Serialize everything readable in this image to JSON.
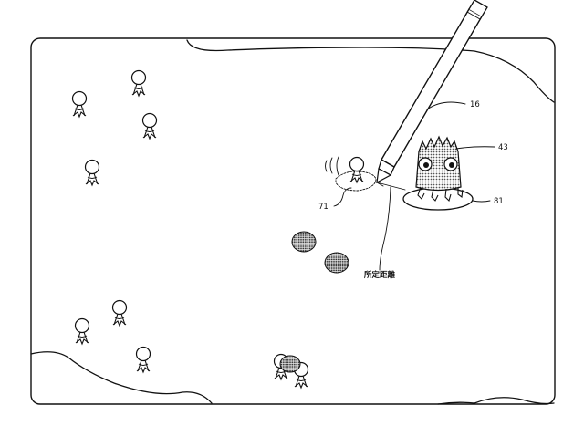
{
  "labels": {
    "stylus": "16",
    "monster": "43",
    "player_area": "71",
    "monster_area": "81",
    "distance": "所定距離"
  },
  "colors": {
    "ink": "#111111",
    "background": "#ffffff",
    "dotted_fill": "#777777"
  },
  "icons": {
    "player_character": "person-icon",
    "enemy_monster": "spiky-monster-icon",
    "stylus": "stylus-pen-icon",
    "dotted_ball": "dotted-ball-icon"
  }
}
